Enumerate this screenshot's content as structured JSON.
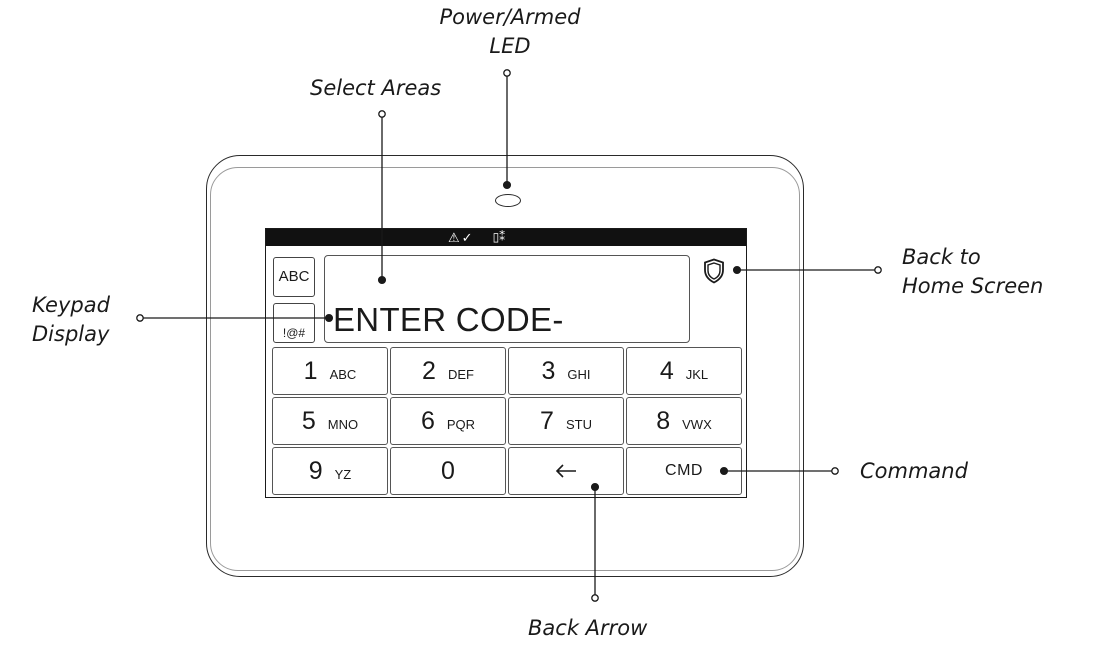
{
  "callouts": {
    "power_led": [
      "Power/Armed",
      "LED"
    ],
    "select_areas": "Select Areas",
    "keypad_display": [
      "Keypad",
      "Display"
    ],
    "back_home": [
      "Back to",
      "Home Screen"
    ],
    "command": "Command",
    "back_arrow": "Back Arrow"
  },
  "status_bar": {
    "icons": [
      "warning-triangle-icon",
      "check-icon",
      "door-tamper-icon"
    ],
    "warning": "⚠",
    "check": "✓",
    "tamper": "▯⁑"
  },
  "side_keys": {
    "abc": "ABC",
    "symbols": "!@#"
  },
  "display": {
    "text": "ENTER CODE-"
  },
  "keypad": {
    "keys": [
      {
        "num": "1",
        "letters": "ABC"
      },
      {
        "num": "2",
        "letters": "DEF"
      },
      {
        "num": "3",
        "letters": "GHI"
      },
      {
        "num": "4",
        "letters": "JKL"
      },
      {
        "num": "5",
        "letters": "MNO"
      },
      {
        "num": "6",
        "letters": "PQR"
      },
      {
        "num": "7",
        "letters": "STU"
      },
      {
        "num": "8",
        "letters": "VWX"
      },
      {
        "num": "9",
        "letters": "YZ"
      },
      {
        "num": "0",
        "letters": ""
      }
    ],
    "cmd_label": "CMD",
    "back_key": "back-arrow-icon"
  },
  "colors": {
    "line": "#1a1a1a",
    "status_bar": "#111111",
    "background": "#ffffff"
  }
}
